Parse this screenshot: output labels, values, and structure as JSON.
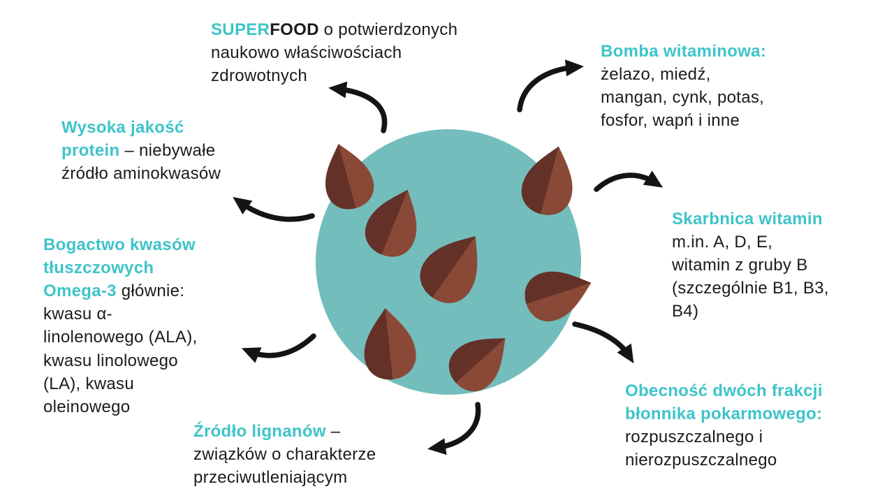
{
  "colors": {
    "background": "#FFFFFF",
    "accent": "#3EC4C9",
    "text": "#1B1B1B",
    "arrow": "#141414",
    "circle": "#73BEBD",
    "seed-light": "#8A4936",
    "seed-dark": "#643129"
  },
  "illustration": {
    "description": "teal circle filled with brown seeds",
    "seed_count": 7
  },
  "callouts": [
    {
      "id": "superfood",
      "accent": "SUPER",
      "dark": "FOOD",
      "body": " o potwierdzonych\nnaukowo właściwościach\nzdrowotnych"
    },
    {
      "id": "bomba-witaminowa",
      "accent": "Bomba witaminowa:",
      "dark": "",
      "body": "żelazo, miedź,\nmangan, cynk, potas,\nfosfor, wapń i inne"
    },
    {
      "id": "skarbnica-witamin",
      "accent": "Skarbnica witamin",
      "dark": "",
      "body": "m.in. A, D, E,\nwitamin z gruby B\n(szczególnie B1, B3,\nB4)"
    },
    {
      "id": "obecnosc-blonnika",
      "accent": "Obecność dwóch frakcji\nbłonnika pokarmowego:",
      "dark": "",
      "body": "rozpuszczalnego i\nnierozpuszczalnego"
    },
    {
      "id": "zrodlo-lignanow",
      "accent": "Źródło lignanów",
      "dark": "",
      "body": " –\nzwiązków o charakterze\nprzeciwutleniającym"
    },
    {
      "id": "bogactwo-omega3",
      "accent": "Bogactwo kwasów\ntłuszczowych\nOmega-3",
      "dark": "",
      "body": " głównie:\nkwasu α-\nlinolenowego (ALA),\nkwasu linolowego\n(LA), kwasu\noleinowego"
    },
    {
      "id": "wysoka-jakosc-protein",
      "accent": "Wysoka jakość\nprotein",
      "dark": "",
      "body": " – niebywałe\nźródło aminokwasów"
    }
  ]
}
